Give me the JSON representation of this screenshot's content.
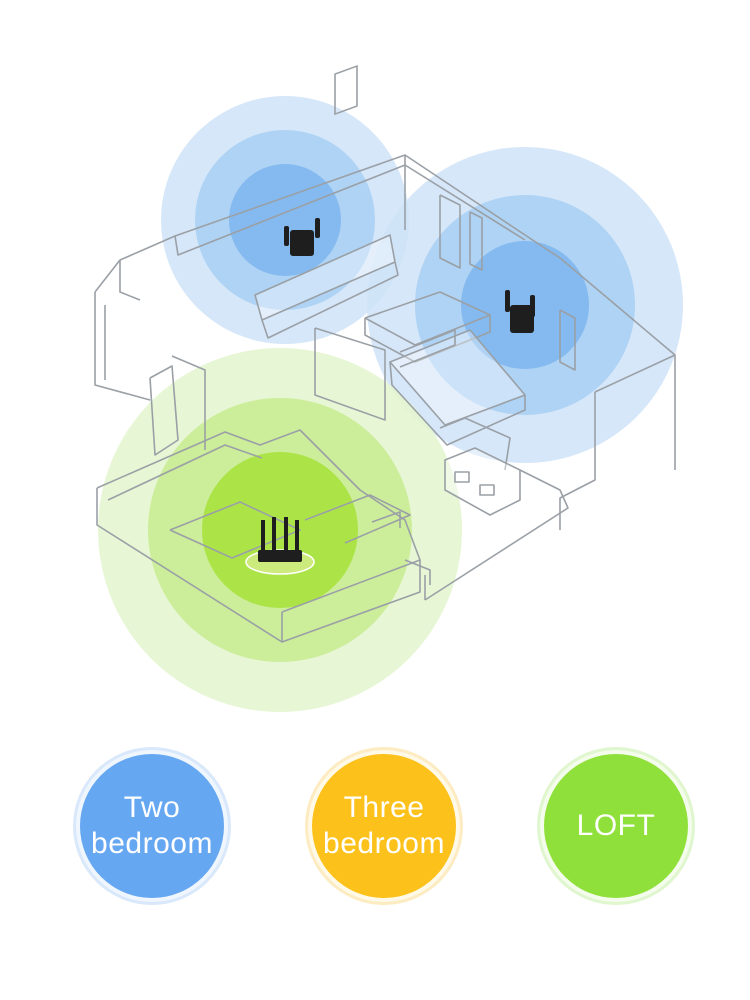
{
  "colors": {
    "wifi_blue": "#4a9bea",
    "wifi_green": "#a6e23a",
    "badge_two": "#66a7f2",
    "badge_three": "#fcc21b",
    "badge_loft": "#8fe03a",
    "wall_stroke": "#9aa0a6",
    "wall_fill": "#ffffff",
    "device_black": "#1e1e1e"
  },
  "illustration": {
    "devices": [
      {
        "type": "repeater",
        "icon": "wifi-repeater-icon"
      },
      {
        "type": "repeater",
        "icon": "wifi-repeater-icon"
      },
      {
        "type": "router",
        "icon": "wifi-router-icon"
      }
    ]
  },
  "badges": [
    {
      "lines": [
        "Two",
        "bedroom"
      ],
      "color": "#66a7f2"
    },
    {
      "lines": [
        "Three",
        "bedroom"
      ],
      "color": "#fcc21b"
    },
    {
      "lines": [
        "LOFT"
      ],
      "color": "#8fe03a"
    }
  ]
}
